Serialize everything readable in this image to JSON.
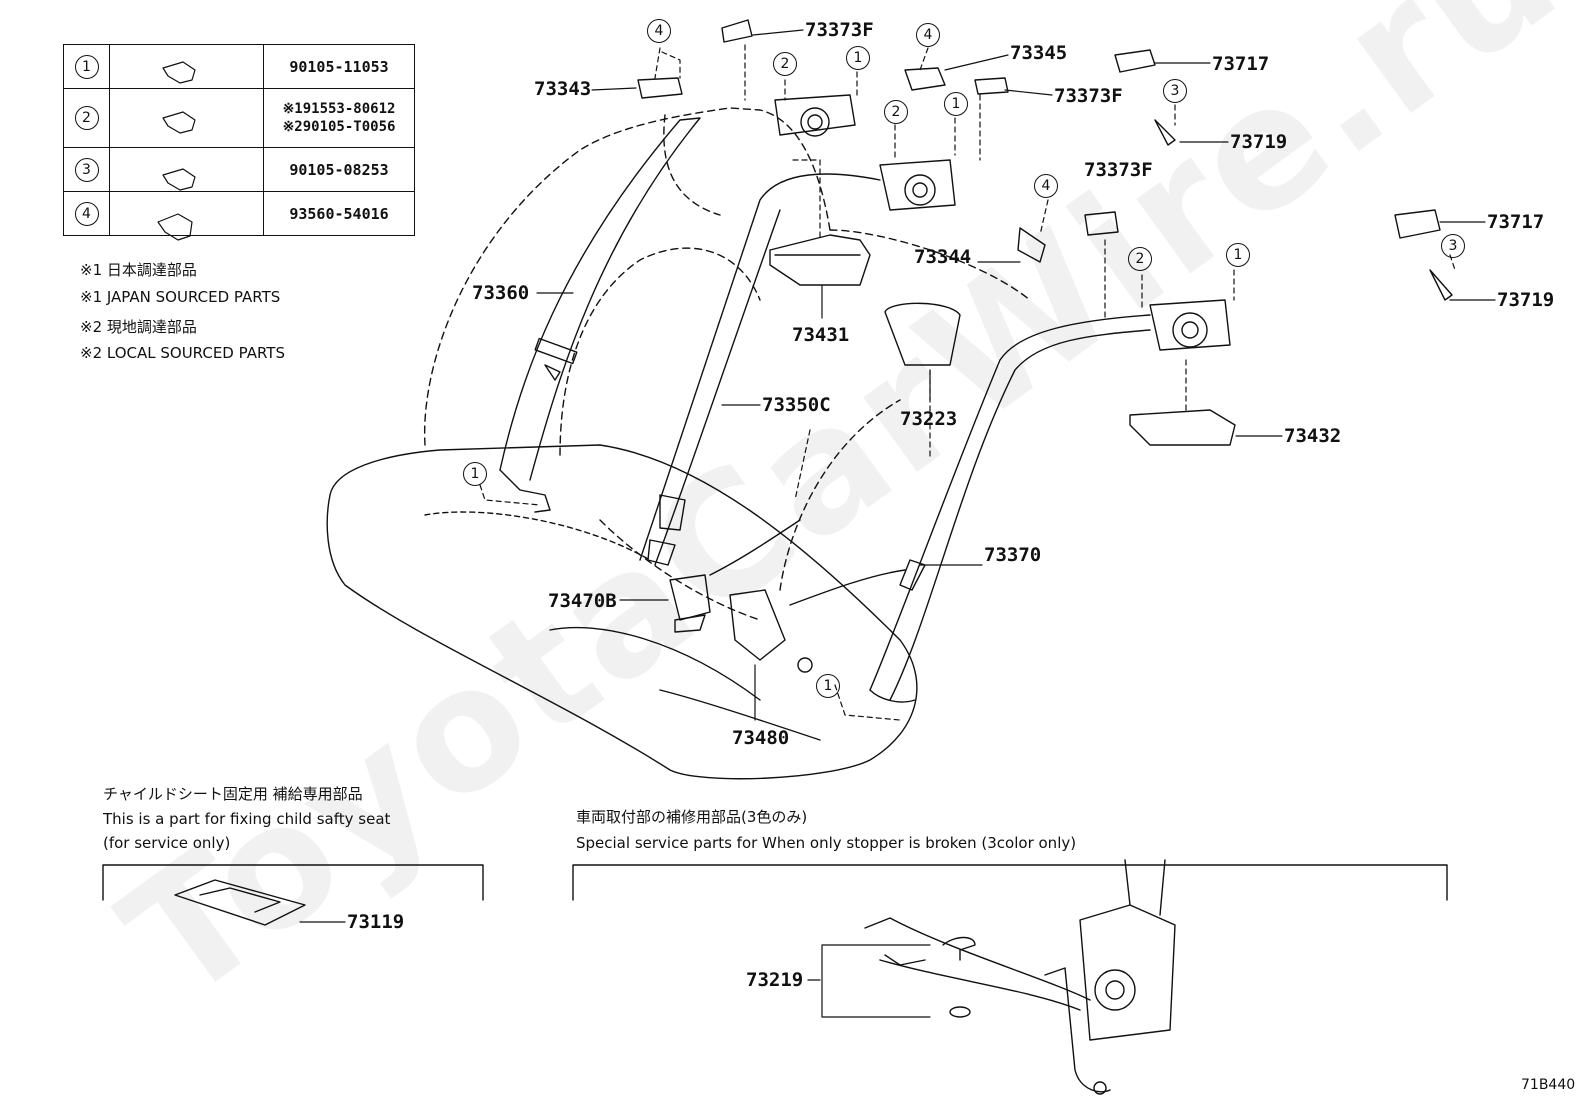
{
  "fastener_table": [
    {
      "mark": "1",
      "icon": "bolt-icon",
      "part": "90105-11053"
    },
    {
      "mark": "2",
      "icon": "bolt-icon",
      "parts": [
        "※191553-80612",
        "※290105-T0056"
      ]
    },
    {
      "mark": "3",
      "icon": "bolt-icon",
      "part": "90105-08253"
    },
    {
      "mark": "4",
      "icon": "screw-icon",
      "part": "93560-54016"
    }
  ],
  "notes": {
    "n1_jp": "※1  日本調達部品",
    "n1_en": "※1  JAPAN SOURCED PARTS",
    "n2_jp": "※2  現地調達部品",
    "n2_en": "※2  LOCAL SOURCED PARTS"
  },
  "part_labels": {
    "p73373F_a": "73373F",
    "p73343": "73343",
    "p73345": "73345",
    "p73373F_b": "73373F",
    "p73717_a": "73717",
    "p73719_a": "73719",
    "p73373F_c": "73373F",
    "p73717_b": "73717",
    "p73344": "73344",
    "p73719_b": "73719",
    "p73360": "73360",
    "p73431": "73431",
    "p73350C": "73350C",
    "p73223": "73223",
    "p73432": "73432",
    "p73370": "73370",
    "p73470B": "73470B",
    "p73480": "73480",
    "p73119": "73119",
    "p73219": "73219"
  },
  "callouts": {
    "c4a": "4",
    "c2a": "2",
    "c1a": "1",
    "c4b": "4",
    "c2b": "2",
    "c1b": "1",
    "c3a": "3",
    "c4c": "4",
    "c2c": "2",
    "c1c": "1",
    "c3b": "3",
    "c1d": "1",
    "c1e": "1"
  },
  "section_child_seat": {
    "title_jp": "チャイルドシート固定用 補給専用部品",
    "title_en": "This is a part for fixing child safty seat",
    "subtitle": "(for service only)"
  },
  "section_stopper": {
    "title_jp": "車両取付部の補修用部品(3色のみ)",
    "title_en": "Special service parts for When only stopper is broken (3color only)"
  },
  "diagram_code": "71B440",
  "watermark": "ToyotaCarWire.ru"
}
